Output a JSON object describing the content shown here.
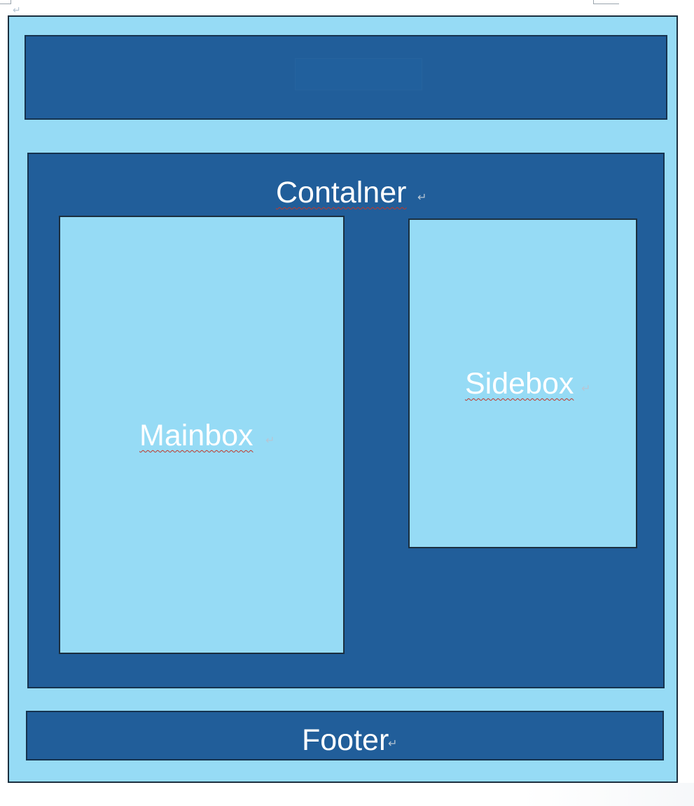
{
  "diagram": {
    "header": {
      "label": ""
    },
    "container": {
      "label": "Contalner"
    },
    "mainbox": {
      "label": "Mainbox"
    },
    "sidebox": {
      "label": "Sidebox"
    },
    "footer": {
      "label": "Footer"
    },
    "paragraph_mark": "↵"
  },
  "colors": {
    "outer_fill": "#96dbf5",
    "section_fill": "#215e9a",
    "border": "#1b2f3f",
    "text": "#ffffff",
    "spellcheck_underline": "#c0392b"
  }
}
